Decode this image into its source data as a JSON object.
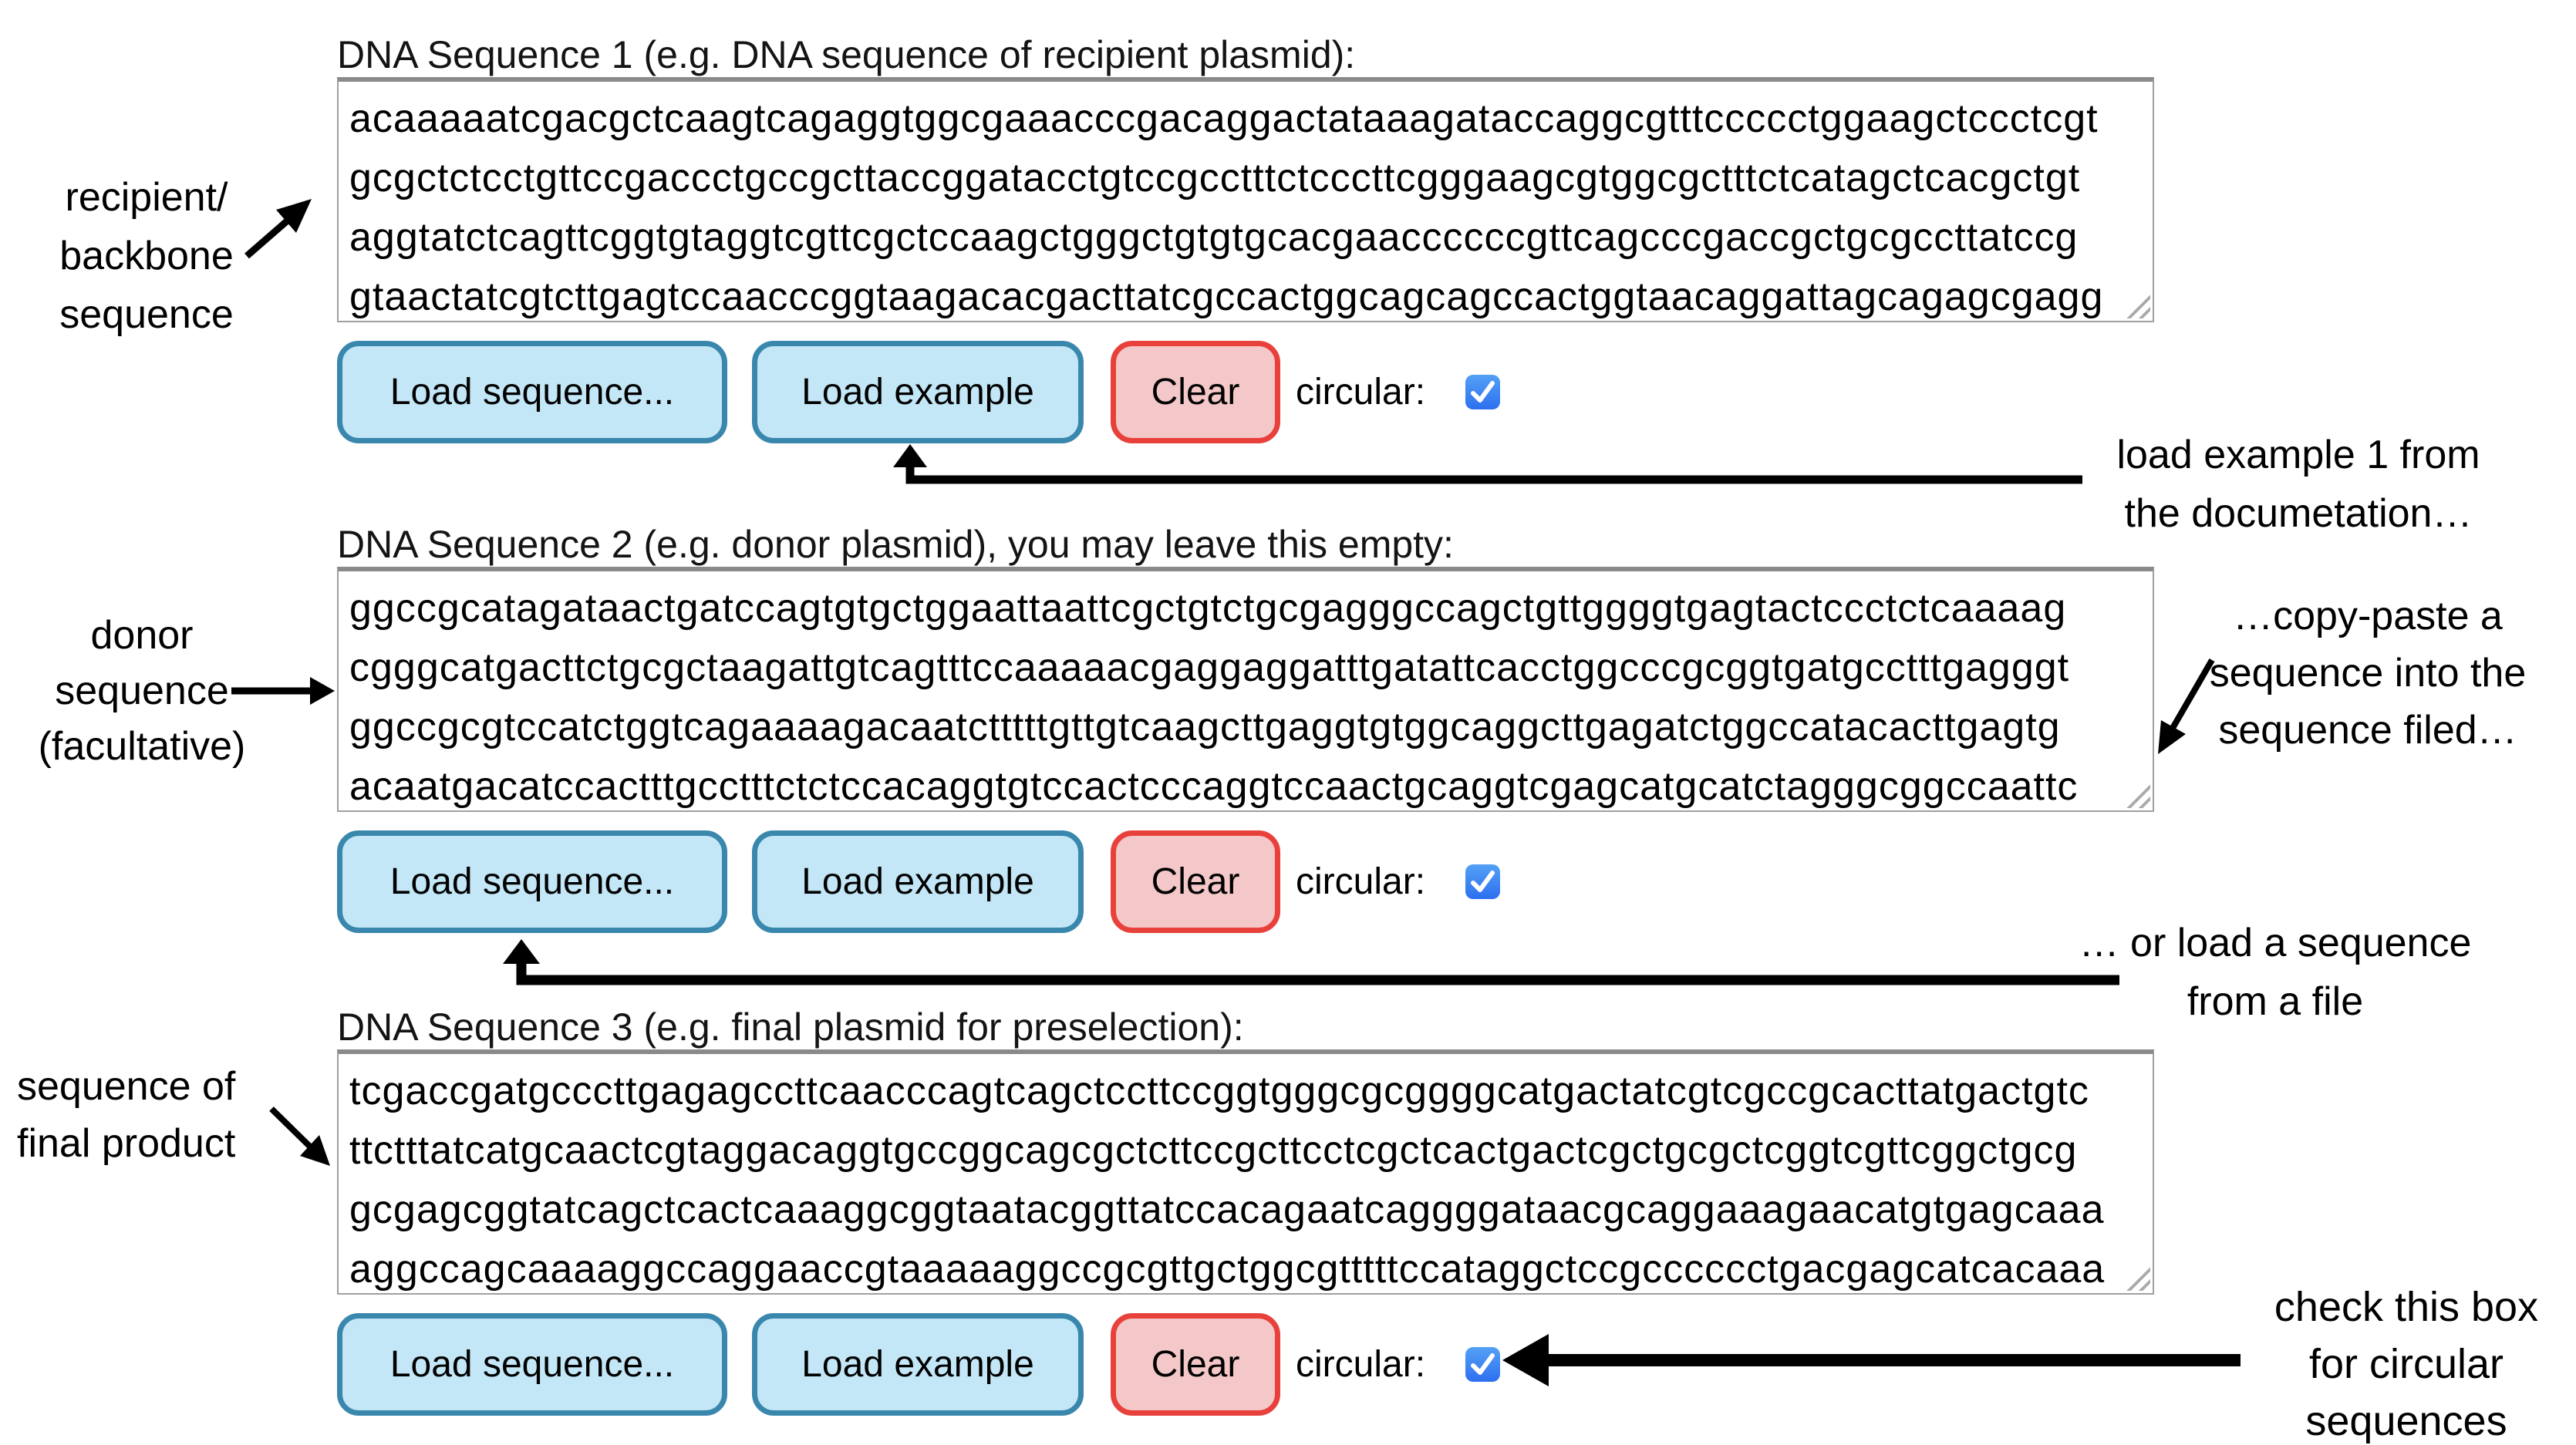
{
  "sections": [
    {
      "label": "DNA Sequence 1 (e.g. DNA sequence of recipient plasmid):",
      "sequence": "acaaaaatcgacgctcaagtcagaggtggcgaaacccgacaggactataaagataccaggcgtttccccctggaagctccctcgt\ngcgctctcctgttccgaccctgccgcttaccggatacctgtccgcctttctcccttcgggaagcgtggcgctttctcatagctcacgctgt\naggtatctcagttcggtgtaggtcgttcgctccaagctgggctgtgtgcacgaaccccccgttcagcccgaccgctgcgccttatccg\ngtaactatcgtcttgagtccaacccggtaagacacgacttatcgccactggcagcagccactggtaacaggattagcagagcgagg",
      "load_sequence_label": "Load sequence...",
      "load_example_label": "Load example",
      "clear_label": "Clear",
      "circular_label": "circular:",
      "circular_checked": true
    },
    {
      "label": "DNA Sequence 2 (e.g. donor plasmid), you may leave this empty:",
      "sequence": "ggccgcatagataactgatccagtgtgctggaattaattcgctgtctgcgagggccagctgttggggtgagtactccctctcaaaag\ncgggcatgacttctgcgctaagattgtcagtttccaaaaacgaggaggatttgatattcacctggcccgcggtgatgcctttgagggt\nggccgcgtccatctggtcagaaaagacaatctttttgttgtcaagcttgaggtgtggcaggcttgagatctggccatacacttgagtg\nacaatgacatccactttgcctttctctccacaggtgtccactcccaggtccaactgcaggtcgagcatgcatctagggcggccaattc",
      "load_sequence_label": "Load sequence...",
      "load_example_label": "Load example",
      "clear_label": "Clear",
      "circular_label": "circular:",
      "circular_checked": true
    },
    {
      "label": "DNA Sequence 3 (e.g. final plasmid for preselection):",
      "sequence": "tcgaccgatgcccttgagagccttcaacccagtcagctccttccggtgggcgcggggcatgactatcgtcgccgcacttatgactgtc\nttctttatcatgcaactcgtaggacaggtgccggcagcgctcttccgcttcctcgctcactgactcgctgcgctcggtcgttcggctgcg\ngcgagcggtatcagctcactcaaaggcggtaatacggttatccacagaatcaggggataacgcaggaaagaacatgtgagcaaa\naggccagcaaaaggccaggaaccgtaaaaaggccgcgttgctggcgtttttccataggctccgcccccctgacgagcatcacaaa",
      "load_sequence_label": "Load sequence...",
      "load_example_label": "Load example",
      "clear_label": "Clear",
      "circular_label": "circular:",
      "circular_checked": true
    }
  ],
  "annotations": {
    "recipient": {
      "line1": "recipient/",
      "line2": "backbone",
      "line3": "sequence"
    },
    "load_example_note": {
      "line1": "load example 1 from",
      "line2": "the documetation…"
    },
    "donor": {
      "line1": "donor",
      "line2": "sequence",
      "line3": "(facultative)"
    },
    "copy_paste_note": {
      "line1": "…copy-paste a",
      "line2": "sequence into the",
      "line3": "sequence filed…"
    },
    "load_file_note": {
      "line1": "… or load a sequence",
      "line2": "from a file"
    },
    "final_product": {
      "line1": "sequence of",
      "line2": "final product"
    },
    "circular_note": {
      "line1": "check this box",
      "line2": "for circular",
      "line3": "sequences"
    }
  },
  "colors": {
    "blue_button_bg": "#c3e7f6",
    "blue_button_border": "#3a87ad",
    "red_button_bg": "#f4c8c8",
    "red_button_border": "#e8413c",
    "checkbox_blue_top": "#54a1f5",
    "checkbox_blue_bottom": "#2d6ff0",
    "textarea_border": "#a0a0a0",
    "annotation_color": "#000000"
  }
}
